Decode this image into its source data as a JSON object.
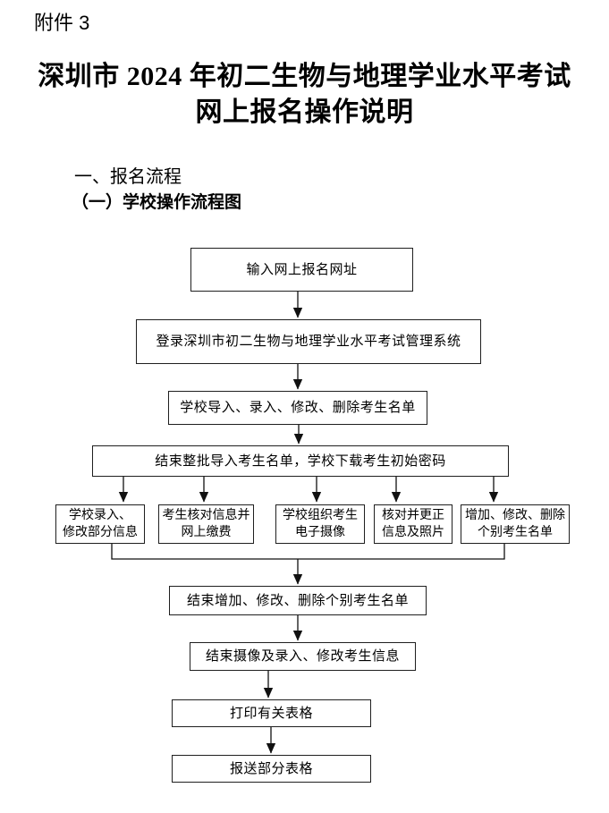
{
  "colors": {
    "background": "#ffffff",
    "ink": "#000000",
    "box_border": "#1f1f1f",
    "arrow": "#111111"
  },
  "document": {
    "attachment_label": "附件 3",
    "title": {
      "line1": "深圳市 2024 年初二生物与地理学业水平考试",
      "line2": "网上报名操作说明"
    },
    "section_heading": "一、报名流程",
    "subsection_heading": "（一）学校操作流程图"
  },
  "flowchart": {
    "sequence_top": [
      {
        "label": "输入网上报名网址"
      },
      {
        "label": "登录深圳市初二生物与地理学业水平考试管理系统"
      },
      {
        "label": "学校导入、录入、修改、删除考生名单"
      },
      {
        "label": "结束整批导入考生名单，学校下载考生初始密码"
      }
    ],
    "parallel": [
      {
        "lines": [
          "学校录入、",
          "修改部分信息"
        ]
      },
      {
        "lines": [
          "考生核对信息并",
          "网上缴费"
        ]
      },
      {
        "lines": [
          "学校组织考生",
          "电子摄像"
        ]
      },
      {
        "lines": [
          "核对并更正",
          "信息及照片"
        ]
      },
      {
        "lines": [
          "增加、修改、删除",
          "个别考生名单"
        ]
      }
    ],
    "sequence_bottom": [
      {
        "label": "结束增加、修改、删除个别考生名单"
      },
      {
        "label": "结束摄像及录入、修改考生信息"
      },
      {
        "label": "打印有关表格"
      },
      {
        "label": "报送部分表格"
      }
    ]
  }
}
